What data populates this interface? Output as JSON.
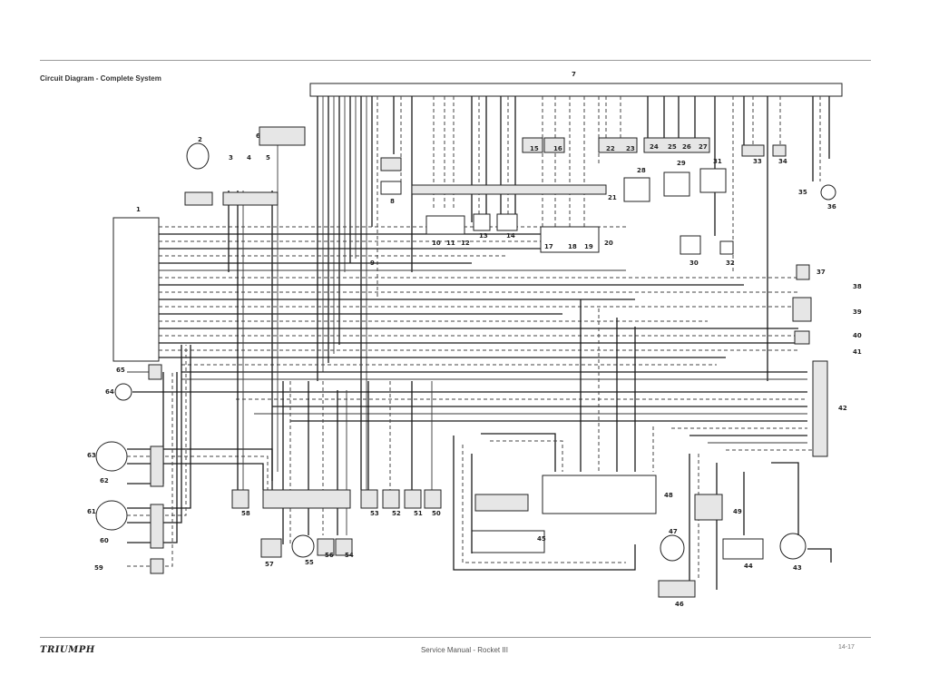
{
  "header": {
    "title": "Circuit Diagram - Complete System"
  },
  "footer": {
    "logo_text": "TRIUMPH",
    "manual_title": "Service Manual - Rocket III",
    "page_number": "14-17"
  },
  "diagram": {
    "component_numbers": [
      "1",
      "2",
      "3",
      "4",
      "5",
      "6",
      "7",
      "8",
      "9",
      "10",
      "11",
      "12",
      "13",
      "14",
      "15",
      "16",
      "17",
      "18",
      "19",
      "20",
      "21",
      "22",
      "23",
      "24",
      "25",
      "26",
      "27",
      "28",
      "29",
      "30",
      "31",
      "32",
      "33",
      "34",
      "35",
      "36",
      "37",
      "38",
      "39",
      "40",
      "41",
      "42",
      "43",
      "44",
      "45",
      "46",
      "47",
      "48",
      "49",
      "50",
      "51",
      "52",
      "53",
      "54",
      "55",
      "56",
      "57",
      "58",
      "59",
      "60",
      "61",
      "62",
      "63",
      "64",
      "65"
    ]
  }
}
